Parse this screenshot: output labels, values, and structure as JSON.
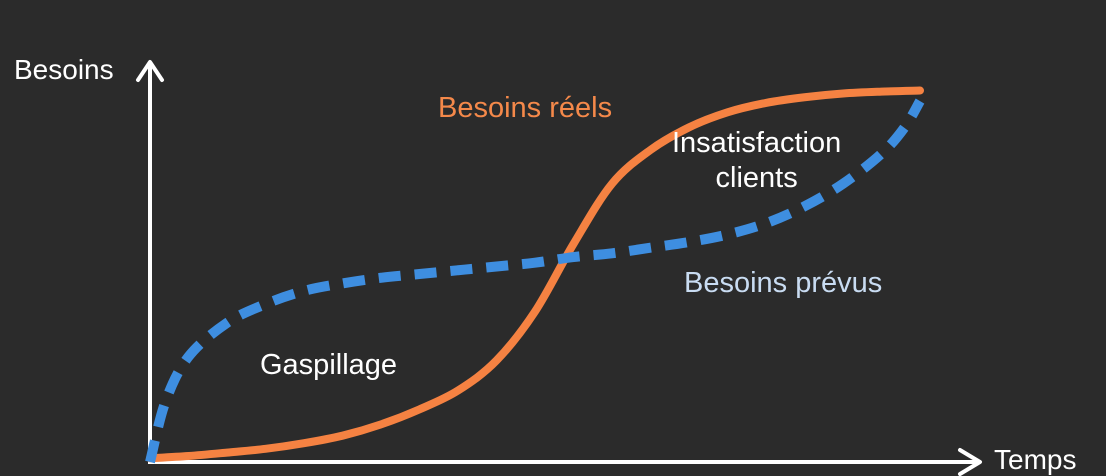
{
  "colors": {
    "background": "#2b2b2b",
    "axis": "#ffffff",
    "real_series": "#f58242",
    "planned_series": "#3e8ee0",
    "real_label": "#f5894a",
    "planned_label": "#c9dcf2",
    "text": "#ffffff"
  },
  "chart_data": {
    "type": "line",
    "xlabel": "Temps",
    "ylabel": "Besoins",
    "xlim": [
      0,
      100
    ],
    "ylim": [
      0,
      100
    ],
    "grid": false,
    "series": [
      {
        "name": "Besoins réels",
        "style": "solid",
        "x": [
          0,
          5,
          10,
          15,
          20,
          25,
          30,
          35,
          40,
          45,
          50,
          55,
          60,
          65,
          70,
          75,
          80,
          85,
          90,
          95,
          100
        ],
        "y": [
          1,
          1.6,
          2.5,
          3.5,
          5,
          7,
          10,
          14,
          19,
          27,
          40,
          58,
          74,
          83,
          89,
          93,
          95.5,
          97,
          98,
          98.5,
          98.8
        ]
      },
      {
        "name": "Besoins prévus",
        "style": "dashed",
        "x": [
          0,
          2,
          5,
          10,
          15,
          20,
          25,
          30,
          35,
          40,
          45,
          50,
          55,
          60,
          65,
          70,
          75,
          80,
          85,
          90,
          95,
          98,
          100
        ],
        "y": [
          0,
          16,
          28,
          37,
          42,
          45.5,
          47.5,
          49,
          50,
          51,
          52,
          53,
          54.5,
          55.5,
          57,
          58.5,
          60.5,
          63.5,
          68,
          74,
          82,
          89,
          96
        ]
      }
    ],
    "annotations": {
      "waste": "Gaspillage",
      "dissatisfaction_line1": "Insatisfaction",
      "dissatisfaction_line2": "clients"
    }
  }
}
